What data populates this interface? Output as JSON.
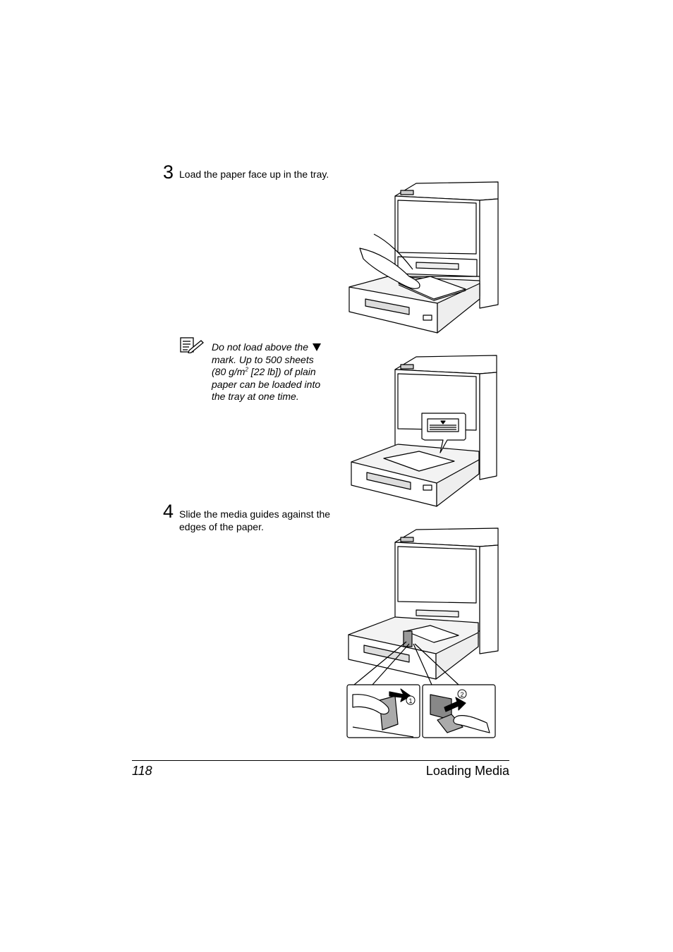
{
  "steps": [
    {
      "number": "3",
      "text": "Load the paper face up in the tray."
    },
    {
      "number": "4",
      "text": "Slide the media guides against the edges of the paper."
    }
  ],
  "note": {
    "icon": "note-pencil-icon",
    "line1": "Do not load above the",
    "line2": "mark. Up to 500 sheets",
    "line3_pre": "(80 g/m",
    "line3_sup": "2",
    "line3_post": " [22 lb]) of plain",
    "line4": "paper can be loaded into",
    "line5": "the tray at one time."
  },
  "callouts": {
    "one": "1",
    "two": "2"
  },
  "footer": {
    "page_number": "118",
    "section_title": "Loading Media"
  }
}
